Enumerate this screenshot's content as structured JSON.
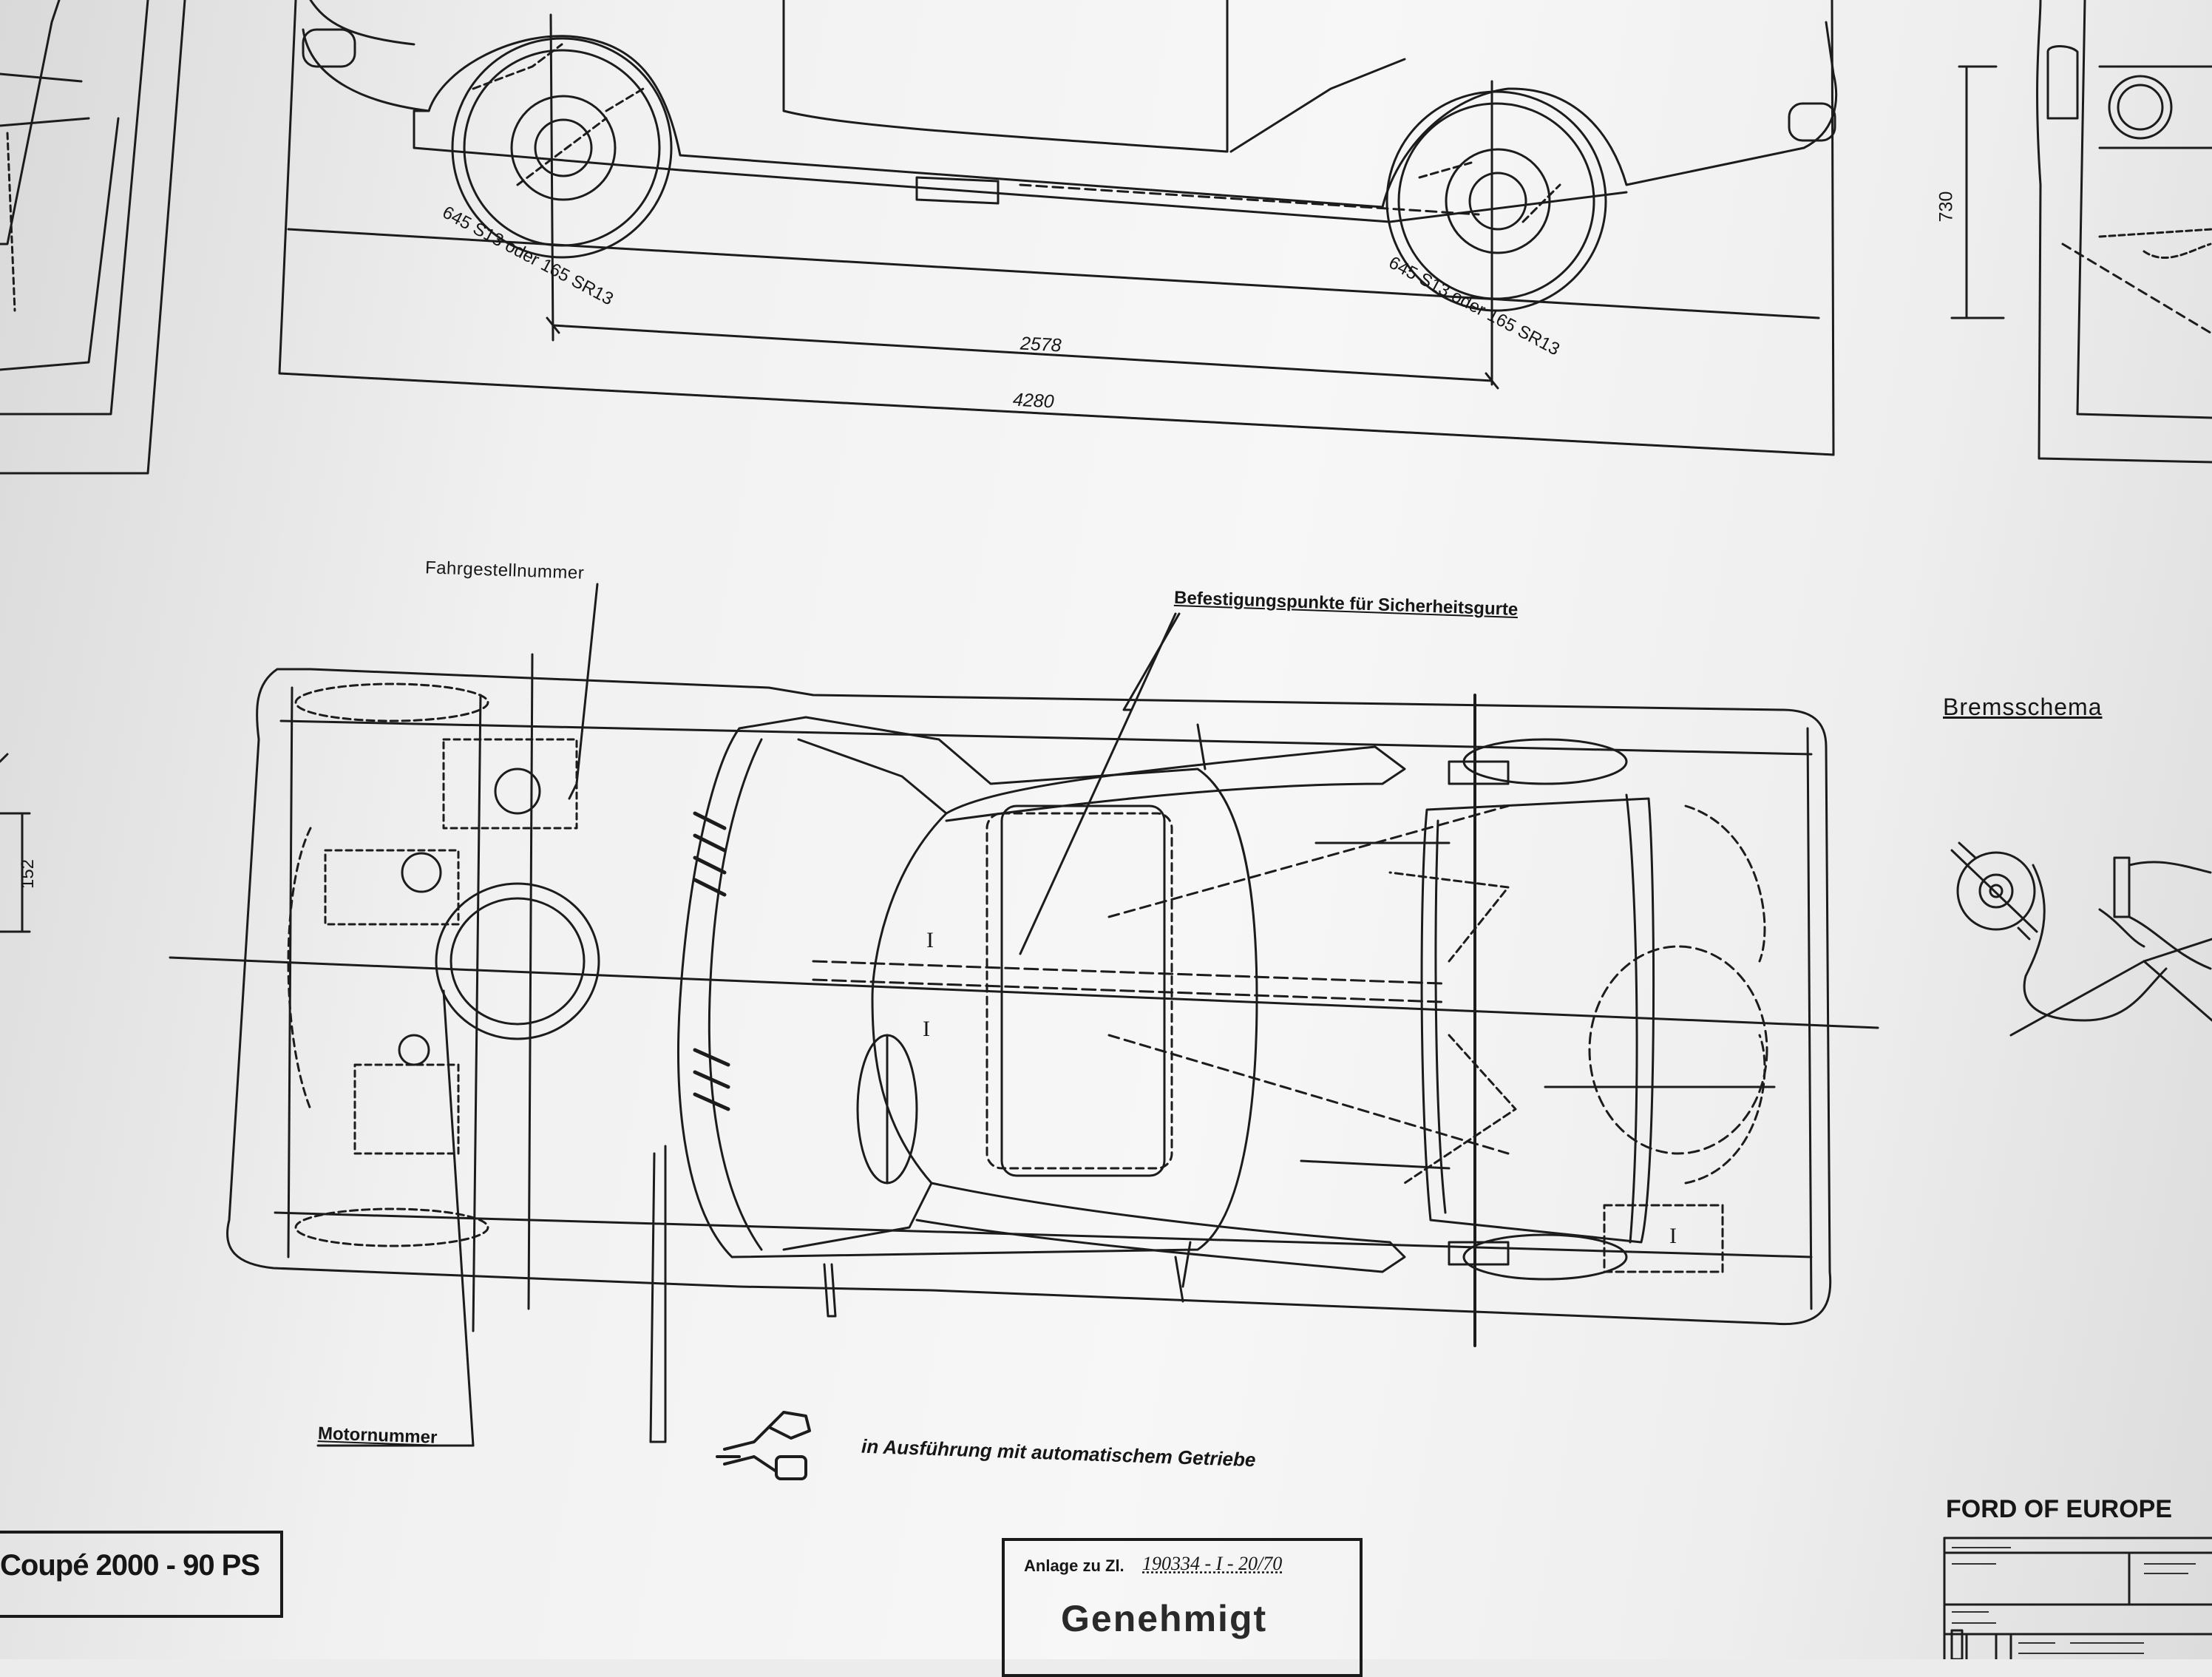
{
  "dimensions": {
    "wheelbase": "2578",
    "length": "4280",
    "height": "730",
    "side_dim": "152"
  },
  "tire_labels": {
    "rear": "645 S13 oder 165 SR13",
    "front": "645 S13 oder 165 SR13"
  },
  "annotations": {
    "chassis_number": "Fahrgestellnummer",
    "seatbelt_points": "Befestigungspunkte für Sicherheitsgurte",
    "engine_number": "Motornummer",
    "automatic_note": "in Ausführung mit automatischem Getriebe",
    "brake_schema": "Bremsschema",
    "seat_mark": "I"
  },
  "title_block": {
    "model": "Coupé 2000 - 90 PS",
    "company": "FORD OF EUROPE",
    "approval_prefix": "Anlage zu Zl.",
    "approval_number": "190334 - I - 20/70",
    "approval_stamp": "Genehmigt"
  },
  "colors": {
    "ink": "#1a1a1a",
    "paper": "#f4f4f4"
  }
}
